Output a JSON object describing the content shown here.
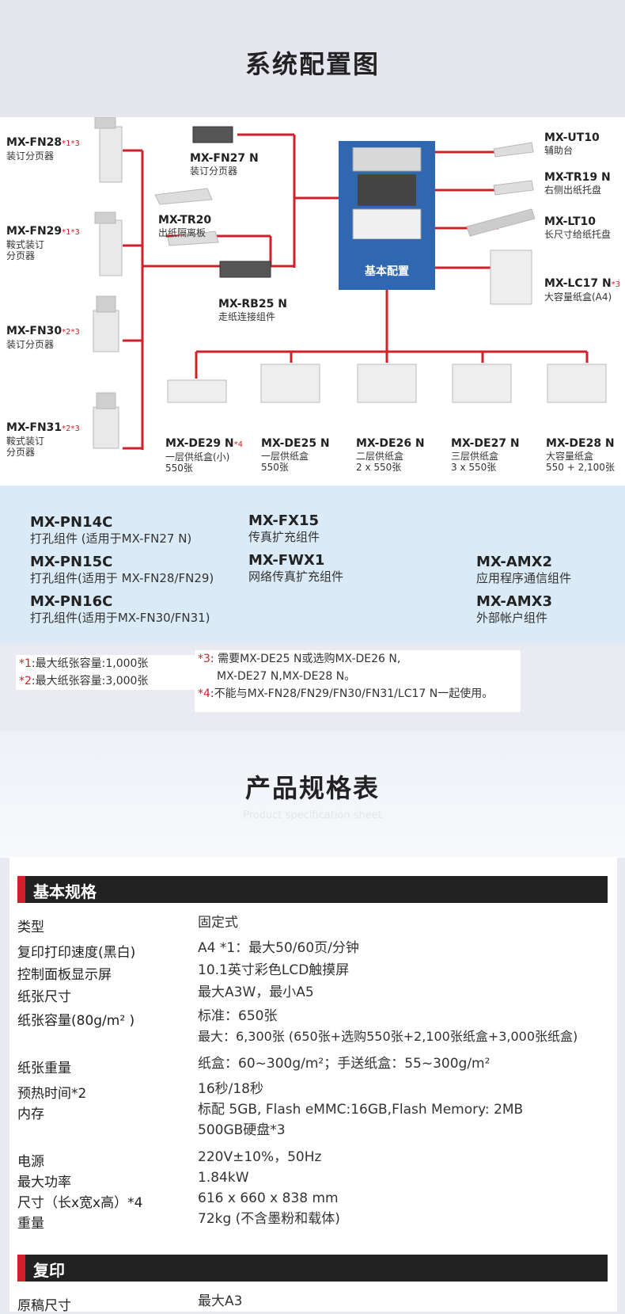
{
  "system_title": "系统配置图",
  "diagram": {
    "base_label": "基本配置",
    "components": [
      {
        "id": "fn28",
        "code": "MX-FN28",
        "note": "*1*3",
        "desc": [
          "装订分页器"
        ]
      },
      {
        "id": "fn29",
        "code": "MX-FN29",
        "note": "*1*3",
        "desc": [
          "鞍式装订",
          "分页器"
        ]
      },
      {
        "id": "fn30",
        "code": "MX-FN30",
        "note": "*2*3",
        "desc": [
          "装订分页器"
        ]
      },
      {
        "id": "fn31",
        "code": "MX-FN31",
        "note": "*2*3",
        "desc": [
          "鞍式装订",
          "分页器"
        ]
      },
      {
        "id": "fn27",
        "code": "MX-FN27 N",
        "note": "",
        "desc": [
          "装订分页器"
        ]
      },
      {
        "id": "tr20",
        "code": "MX-TR20",
        "note": "",
        "desc": [
          "出纸隔离板"
        ]
      },
      {
        "id": "rb25",
        "code": "MX-RB25 N",
        "note": "",
        "desc": [
          "走纸连接组件"
        ]
      },
      {
        "id": "ut10",
        "code": "MX-UT10",
        "note": "",
        "desc": [
          "辅助台"
        ]
      },
      {
        "id": "tr19",
        "code": "MX-TR19 N",
        "note": "",
        "desc": [
          "右侧出纸托盘"
        ]
      },
      {
        "id": "lt10",
        "code": "MX-LT10",
        "note": "",
        "desc": [
          "长尺寸给纸托盘"
        ]
      },
      {
        "id": "lc17",
        "code": "MX-LC17 N",
        "note": "*3",
        "desc": [
          "大容量纸盒(A4)"
        ]
      },
      {
        "id": "de29",
        "code": "MX-DE29 N",
        "note": "*4",
        "desc": [
          "一层供纸盒(小)",
          "550张"
        ]
      },
      {
        "id": "de25",
        "code": "MX-DE25 N",
        "note": "",
        "desc": [
          "一层供纸盒",
          "550张"
        ]
      },
      {
        "id": "de26",
        "code": "MX-DE26 N",
        "note": "",
        "desc": [
          "二层供纸盒",
          "2 x 550张"
        ]
      },
      {
        "id": "de27",
        "code": "MX-DE27 N",
        "note": "",
        "desc": [
          "三层供纸盒",
          "3 x 550张"
        ]
      },
      {
        "id": "de28",
        "code": "MX-DE28 N",
        "note": "",
        "desc": [
          "大容量纸盒",
          "550 + 2,100张"
        ]
      }
    ]
  },
  "options": [
    {
      "code": "MX-PN14C",
      "desc": "打孔组件 (适用于MX-FN27 N)"
    },
    {
      "code": "MX-PN15C",
      "desc": "打孔组件(适用于 MX-FN28/FN29)"
    },
    {
      "code": "MX-PN16C",
      "desc": "打孔组件(适用于MX-FN30/FN31)"
    },
    {
      "code": "MX-FX15",
      "desc": "传真扩充组件"
    },
    {
      "code": "MX-FWX1",
      "desc": "网络传真扩充组件"
    },
    {
      "code": "MX-AMX2",
      "desc": "应用程序通信组件"
    },
    {
      "code": "MX-AMX3",
      "desc": "外部帐户组件"
    }
  ],
  "notes": {
    "n1": {
      "mark": "*1",
      "text": ":最大纸张容量:1,000张"
    },
    "n2": {
      "mark": "*2",
      "text": ":最大纸张容量:3,000张"
    },
    "n3": {
      "mark": "*3",
      "text": ": 需要MX-DE25 N或选购MX-DE26 N,",
      "text2": "MX-DE27 N,MX-DE28 N。"
    },
    "n4": {
      "mark": "*4",
      "text": ":不能与MX-FN28/FN29/FN30/FN31/LC17 N一起使用。"
    }
  },
  "spec": {
    "title": "产品规格表",
    "subtitle": "Product specification sheet",
    "section1": "基本规格",
    "rows": [
      {
        "k": "类型",
        "v": [
          "固定式"
        ]
      },
      {
        "k": "复印打印速度(黑白)",
        "v": [
          "A4 *1：最大50/60页/分钟"
        ]
      },
      {
        "k": "控制面板显示屏",
        "v": [
          "10.1英寸彩色LCD触摸屏"
        ]
      },
      {
        "k": "纸张尺寸",
        "v": [
          "最大A3W，最小A5"
        ]
      },
      {
        "k": "纸张容量(80g/m² )",
        "v": [
          "标准：650张",
          "最大：6,300张 (650张+选购550张+2,100张纸盒+3,000张纸盒)"
        ]
      },
      {
        "k": "纸张重量",
        "v": [
          "纸盒：60~300g/m²；手送纸盒：55~300g/m²"
        ]
      },
      {
        "k": "预热时间*2",
        "v": [
          "16秒/18秒"
        ]
      },
      {
        "k": "内存",
        "v": [
          "标配 5GB, Flash eMMC:16GB,Flash Memory: 2MB",
          "500GB硬盘*3"
        ]
      },
      {
        "k": "电源",
        "v": [
          "220V±10%，50Hz"
        ]
      },
      {
        "k": "最大功率",
        "v": [
          "1.84kW"
        ]
      },
      {
        "k": "尺寸（长x宽x高）*4",
        "v": [
          "616 x 660 x 838 mm"
        ]
      },
      {
        "k": "重量",
        "v": [
          "72kg (不含墨粉和载体)"
        ]
      }
    ],
    "section2": "复印",
    "rows2": [
      {
        "k": "原稿尺寸",
        "v": [
          "最大A3"
        ]
      }
    ]
  }
}
